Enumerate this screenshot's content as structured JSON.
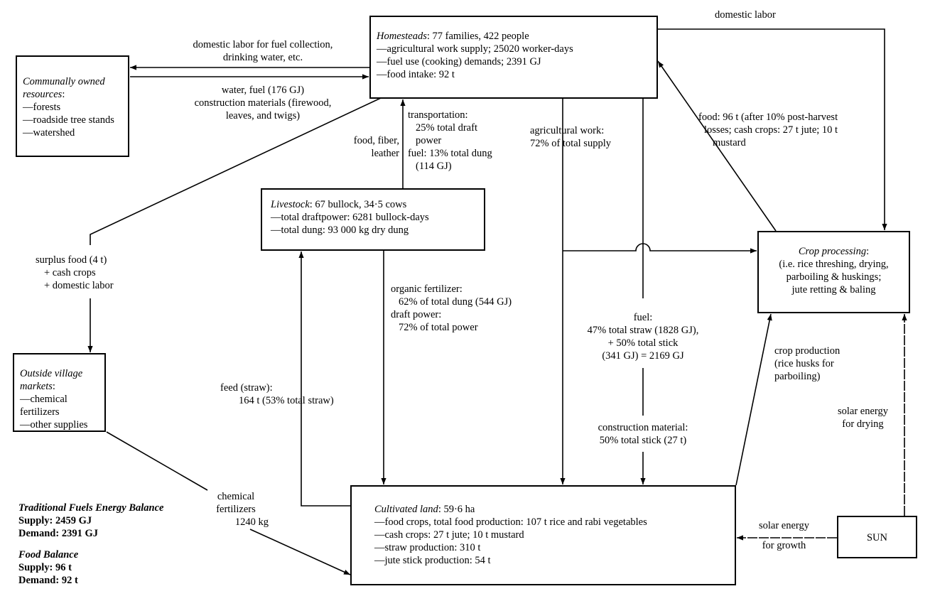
{
  "nodes": {
    "communal": {
      "title": "Communally owned",
      "title2": "resources",
      "items": [
        "—forests",
        "—roadside tree stands",
        "—watershed"
      ]
    },
    "homesteads": {
      "title": "Homesteads",
      "rest": ": 77 families, 422 people",
      "items": [
        "—agricultural work supply; 25020 worker-days",
        "—fuel use (cooking) demands; 2391 GJ",
        "—food intake: 92 t"
      ]
    },
    "livestock": {
      "title": "Livestock",
      "rest": ": 67 bullock, 34·5 cows",
      "items": [
        "—total draftpower: 6281 bullock-days",
        "—total dung: 93 000 kg dry dung"
      ]
    },
    "markets": {
      "title": "Outside village",
      "title2": "markets",
      "items": [
        "—chemical fertilizers",
        "—other supplies"
      ]
    },
    "crop_processing": {
      "title": "Crop processing",
      "items": [
        "(i.e. rice threshing, drying,",
        "parboiling & huskings;",
        "jute retting & baling"
      ]
    },
    "cultivated": {
      "title": "Cultivated land",
      "rest": ": 59·6 ha",
      "items": [
        "—food crops, total food production: 107 t rice and rabi vegetables",
        "—cash crops: 27 t jute; 10 t mustard",
        "—straw production: 310 t",
        "—jute stick production: 54 t"
      ]
    },
    "sun": {
      "label": "SUN"
    }
  },
  "flows": {
    "labor_fuel": [
      "domestic labor for fuel collection,",
      "drinking water, etc."
    ],
    "water_fuel": [
      "water, fuel (176 GJ)",
      "construction materials (firewood,",
      "leaves, and twigs)"
    ],
    "food_fiber": [
      "food, fiber,",
      "leather"
    ],
    "transport": [
      "transportation:",
      "25% total draft",
      "power",
      "fuel: 13% total dung",
      "(114 GJ)"
    ],
    "ag_work": [
      "agricultural work:",
      "72% of total supply"
    ],
    "domestic_labor": "domestic labor",
    "food": [
      "food: 96 t (after 10% post-harvest",
      "losses; cash crops: 27 t jute; 10 t",
      "mustard"
    ],
    "surplus": [
      "surplus food (4 t)",
      "+ cash crops",
      "+ domestic labor"
    ],
    "organic": [
      "organic fertilizer:",
      "62% of total dung (544 GJ)",
      "draft power:",
      "72% of total power"
    ],
    "fuel": [
      "fuel:",
      "47% total straw (1828 GJ),",
      "+ 50% total stick",
      "(341 GJ) = 2169 GJ"
    ],
    "crop_production": [
      "crop production",
      "(rice husks for",
      "parboiling)"
    ],
    "solar_drying": [
      "solar energy",
      "for drying"
    ],
    "feed": [
      "feed (straw):",
      "164 t (53% total straw)"
    ],
    "construction": [
      "construction material:",
      "50% total stick (27 t)"
    ],
    "chem": [
      "chemical",
      "fertilizers",
      "1240 kg"
    ],
    "solar_growth": [
      "solar energy",
      "for growth"
    ]
  },
  "balances": {
    "energy": {
      "title": "Traditional Fuels Energy Balance",
      "supply": "Supply: 2459 GJ",
      "demand": "Demand: 2391 GJ"
    },
    "food": {
      "title": "Food Balance",
      "supply": "Supply: 96 t",
      "demand": "Demand: 92 t"
    }
  }
}
